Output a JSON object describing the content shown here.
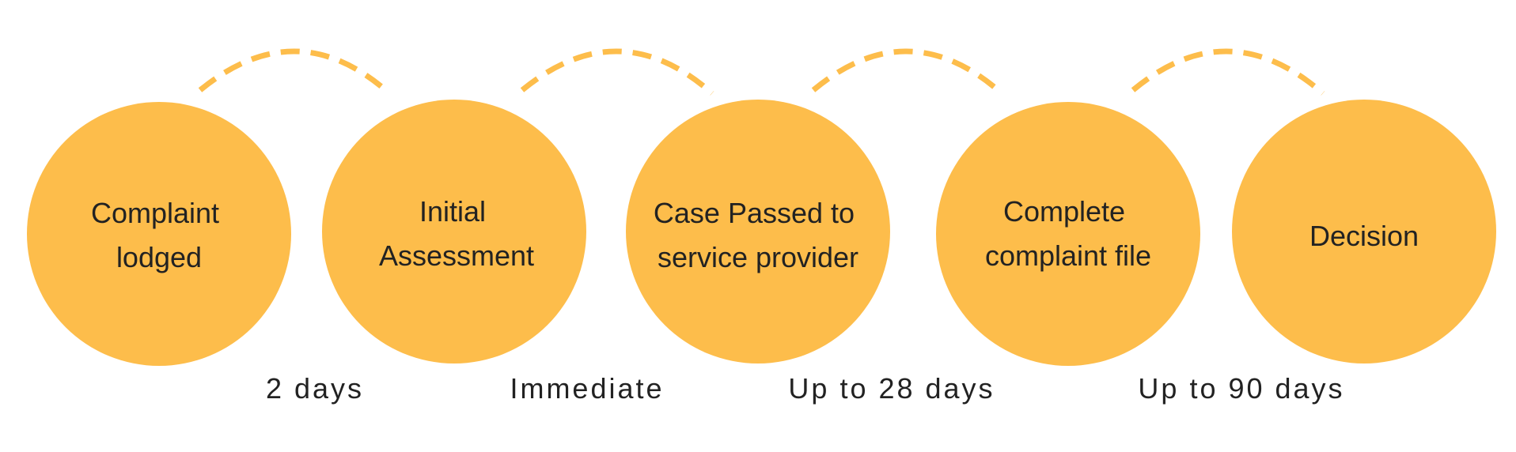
{
  "colors": {
    "circle_fill": "#FDBD4B",
    "arc_stroke": "#FDBD4B",
    "text": "#222222"
  },
  "steps": [
    {
      "lines": [
        "Complaint",
        "lodged"
      ]
    },
    {
      "lines": [
        "Initial",
        "Assessment"
      ]
    },
    {
      "lines": [
        "Case Passed to",
        "service provider"
      ]
    },
    {
      "lines": [
        "Complete",
        "complaint file"
      ]
    },
    {
      "lines": [
        "Decision"
      ]
    }
  ],
  "durations": [
    "2 days",
    "Immediate",
    "Up to 28 days",
    "Up to 90 days"
  ]
}
